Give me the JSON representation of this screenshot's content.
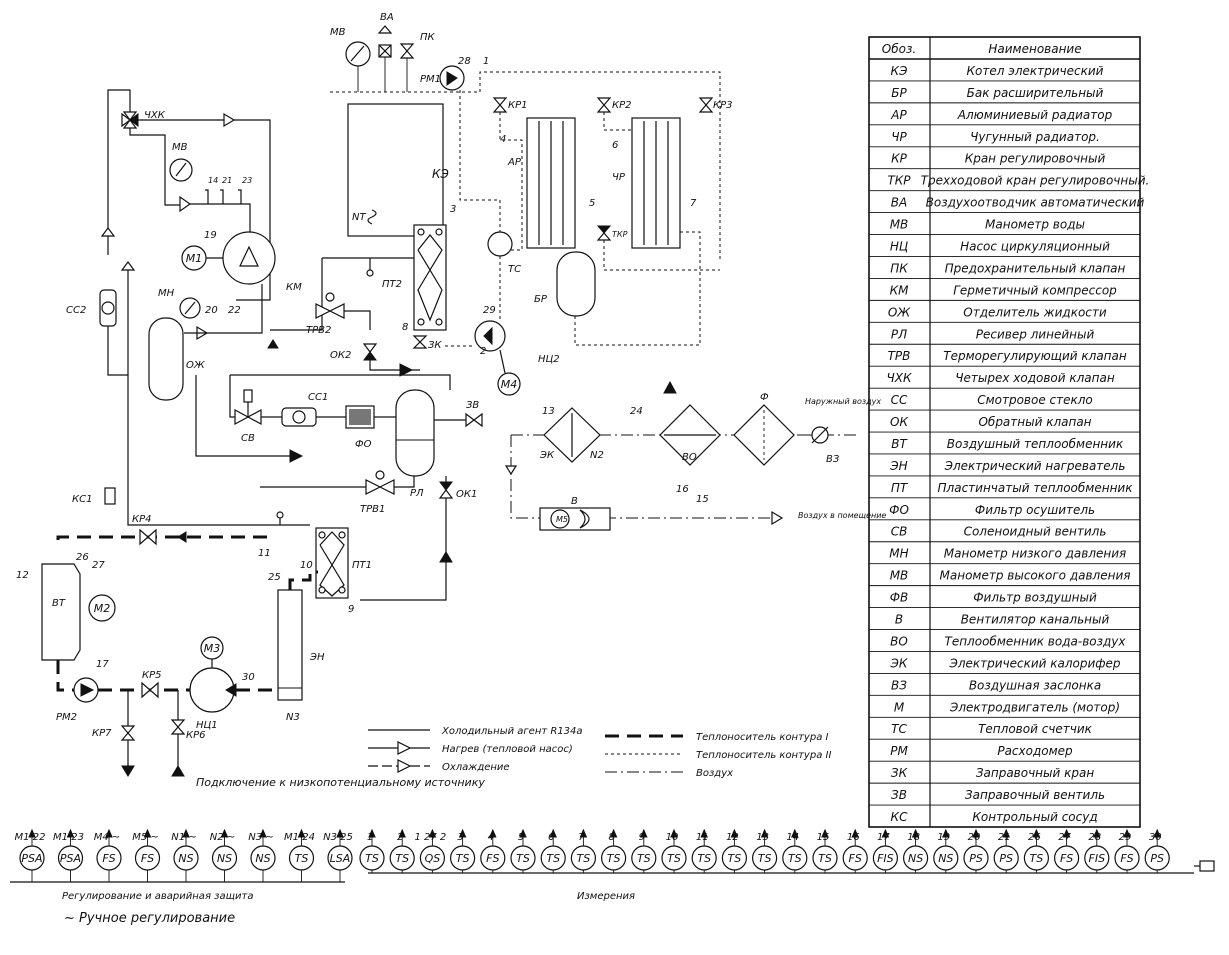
{
  "table": {
    "header": {
      "code": "Обоз.",
      "name": "Наименование"
    },
    "rows": [
      {
        "code": "КЭ",
        "name": "Котел электрический"
      },
      {
        "code": "БР",
        "name": "Бак расширительный"
      },
      {
        "code": "АР",
        "name": "Алюминиевый радиатор"
      },
      {
        "code": "ЧР",
        "name": "Чугунный радиатор."
      },
      {
        "code": "КР",
        "name": "Кран регулировочный"
      },
      {
        "code": "ТКР",
        "name": "Трехходовой кран регулировочный."
      },
      {
        "code": "ВА",
        "name": "Воздухоотводчик автоматический"
      },
      {
        "code": "МВ",
        "name": "Манометр воды"
      },
      {
        "code": "НЦ",
        "name": "Насос циркуляционный"
      },
      {
        "code": "ПК",
        "name": "Предохранительный клапан"
      },
      {
        "code": "КМ",
        "name": "Герметичный компрессор"
      },
      {
        "code": "ОЖ",
        "name": "Отделитель жидкости"
      },
      {
        "code": "РЛ",
        "name": "Ресивер линейный"
      },
      {
        "code": "ТРВ",
        "name": "Терморегулирующий клапан"
      },
      {
        "code": "ЧХК",
        "name": "Четырех ходовой клапан"
      },
      {
        "code": "СС",
        "name": "Смотровое стекло"
      },
      {
        "code": "ОК",
        "name": "Обратный клапан"
      },
      {
        "code": "ВТ",
        "name": "Воздушный теплообменник"
      },
      {
        "code": "ЭН",
        "name": "Электрический нагреватель"
      },
      {
        "code": "ПТ",
        "name": "Пластинчатый теплообменник"
      },
      {
        "code": "ФО",
        "name": "Фильтр осушитель"
      },
      {
        "code": "СВ",
        "name": "Соленоидный вентиль"
      },
      {
        "code": "МН",
        "name": "Манометр низкого давления"
      },
      {
        "code": "МВ",
        "name": "Манометр высокого давления"
      },
      {
        "code": "ФВ",
        "name": "Фильтр воздушный"
      },
      {
        "code": "В",
        "name": "Вентилятор канальный"
      },
      {
        "code": "ВО",
        "name": "Теплообменник вода-воздух"
      },
      {
        "code": "ЭК",
        "name": "Электрический калорифер"
      },
      {
        "code": "ВЗ",
        "name": "Воздушная заслонка"
      },
      {
        "code": "М",
        "name": "Электродвигатель (мотор)"
      },
      {
        "code": "ТС",
        "name": "Тепловой счетчик"
      },
      {
        "code": "РМ",
        "name": "Расходомер"
      },
      {
        "code": "ЗК",
        "name": "Заправочный кран"
      },
      {
        "code": "ЗВ",
        "name": "Заправочный вентиль"
      },
      {
        "code": "КС",
        "name": "Контрольный сосуд"
      }
    ]
  },
  "legend": [
    {
      "style": "solid",
      "text": "Холодильный агент R134a"
    },
    {
      "style": "arrow-open",
      "text": "Нагрев (тепловой насос)"
    },
    {
      "style": "arrow-open-dashed",
      "text": "Охлаждение"
    },
    {
      "style": "thick-dashed",
      "text": "Теплоноситель контура I"
    },
    {
      "style": "dotted",
      "text": "Теплоноситель контура II"
    },
    {
      "style": "dash-dot",
      "text": "Воздух"
    }
  ],
  "schematic_labels": {
    "MV_top": "МВ",
    "VA": "ВА",
    "PK": "ПК",
    "RM1": "РМ1",
    "n28": "28",
    "n1": "1",
    "KR1": "КР1",
    "KR2": "КР2",
    "KR3": "КР3",
    "n4": "4",
    "n6": "6",
    "AR": "АР",
    "CHR": "ЧР",
    "KE": "КЭ",
    "NT": "NT",
    "n3": "3",
    "n5": "5",
    "n7": "7",
    "TKR": "ТКР",
    "TS": "ТС",
    "BR": "БР",
    "CHHK": "ЧХК",
    "MV_left": "МВ",
    "n14": "14",
    "n21": "21",
    "n23": "23",
    "n19": "19",
    "M1": "М1",
    "KM": "КМ",
    "PT2": "ПТ2",
    "MN": "МН",
    "n20": "20",
    "n22": "22",
    "SS2": "СС2",
    "OZH": "ОЖ",
    "TRV2": "ТРВ2",
    "n8": "8",
    "ZK_top": "ЗК",
    "OK2": "ОК2",
    "n29": "29",
    "n2": "2",
    "NC2": "НЦ2",
    "M4": "М4",
    "SS1": "СС1",
    "SV": "СВ",
    "FO": "ФО",
    "ZV": "ЗВ",
    "n13": "13",
    "ZK_mid": "ЭК",
    "N2": "N2",
    "n24": "24",
    "VO": "ВО",
    "F": "Ф",
    "outside_air": "Наружный воздух",
    "VZ": "ВЗ",
    "RL": "РЛ",
    "TRV1": "ТРВ1",
    "OK1": "ОК1",
    "V": "В",
    "M5": "М5",
    "n16": "16",
    "n15": "15",
    "room_air": "Воздух в помещение",
    "KS1": "КС1",
    "KR4": "КР4",
    "n11": "11",
    "n12": "12",
    "n26": "26",
    "n27": "27",
    "VT": "ВТ",
    "M2": "М2",
    "n25": "25",
    "n10": "10",
    "PT1": "ПТ1",
    "n9": "9",
    "M3": "М3",
    "n30": "30",
    "EN": "ЭН",
    "N3": "N3",
    "n17": "17",
    "RM2": "РМ2",
    "KR5": "КР5",
    "NC1": "НЦ1",
    "KR7": "КР7",
    "KR6": "КР6",
    "connection_note": "Подключение к низкопотенциальному источнику"
  },
  "instruments_control": [
    {
      "tag": "M1 22",
      "symbol": "PSA"
    },
    {
      "tag": "M1 23",
      "symbol": "PSA"
    },
    {
      "tag": "M4 ~",
      "symbol": "FS"
    },
    {
      "tag": "M5 ~",
      "symbol": "FS"
    },
    {
      "tag": "N1 ~",
      "symbol": "NS"
    },
    {
      "tag": "N2 ~",
      "symbol": "NS"
    },
    {
      "tag": "N3 ~",
      "symbol": "NS"
    },
    {
      "tag": "M1 24",
      "symbol": "TS"
    },
    {
      "tag": "N3 25",
      "symbol": "LSA"
    }
  ],
  "instruments_measure": [
    {
      "tag": "1",
      "symbol": "TS"
    },
    {
      "tag": "2",
      "symbol": "TS"
    },
    {
      "tag": "1 27 2",
      "symbol": "QS"
    },
    {
      "tag": "3",
      "symbol": "TS"
    },
    {
      "tag": "4",
      "symbol": "FS"
    },
    {
      "tag": "5",
      "symbol": "TS"
    },
    {
      "tag": "6",
      "symbol": "TS"
    },
    {
      "tag": "7",
      "symbol": "TS"
    },
    {
      "tag": "8",
      "symbol": "TS"
    },
    {
      "tag": "9",
      "symbol": "TS"
    },
    {
      "tag": "10",
      "symbol": "TS"
    },
    {
      "tag": "11",
      "symbol": "TS"
    },
    {
      "tag": "12",
      "symbol": "TS"
    },
    {
      "tag": "13",
      "symbol": "TS"
    },
    {
      "tag": "14",
      "symbol": "TS"
    },
    {
      "tag": "15",
      "symbol": "TS"
    },
    {
      "tag": "16",
      "symbol": "FS"
    },
    {
      "tag": "17",
      "symbol": "FIS"
    },
    {
      "tag": "18",
      "symbol": "NS"
    },
    {
      "tag": "19",
      "symbol": "NS"
    },
    {
      "tag": "20",
      "symbol": "PS"
    },
    {
      "tag": "21",
      "symbol": "PS"
    },
    {
      "tag": "26",
      "symbol": "TS"
    },
    {
      "tag": "27",
      "symbol": "FS"
    },
    {
      "tag": "28",
      "symbol": "FIS"
    },
    {
      "tag": "29",
      "symbol": "FS"
    },
    {
      "tag": "30",
      "symbol": "PS"
    }
  ],
  "bottom_captions": {
    "control": "Регулирование и аварийная защита",
    "measure": "Измерения",
    "manual": "~ Ручное регулирование"
  }
}
